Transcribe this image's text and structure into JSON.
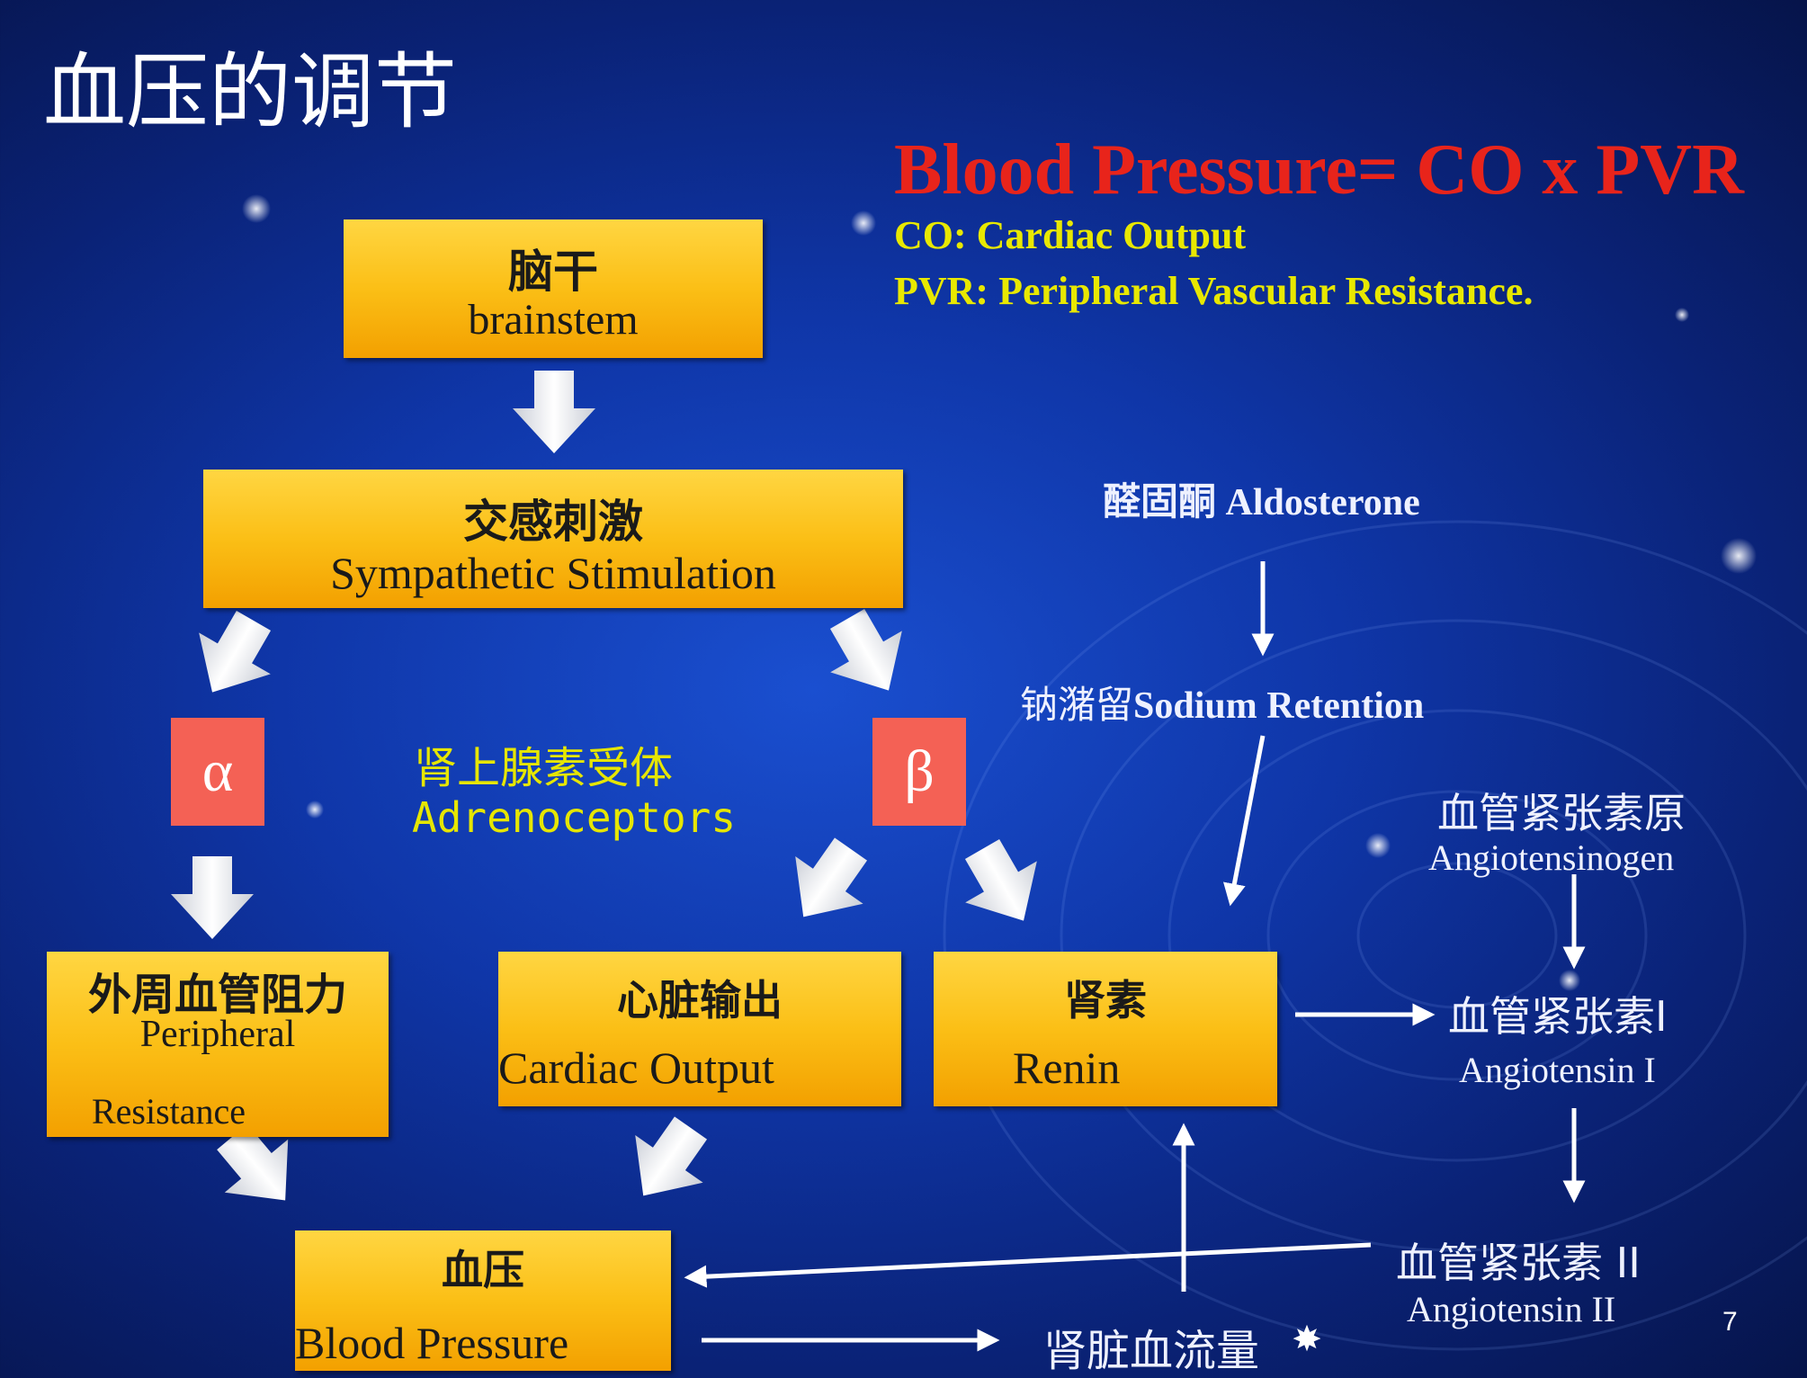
{
  "slide": {
    "title": "血压的调节",
    "formula": "Blood Pressure= CO x PVR",
    "definitions": [
      "CO: Cardiac Output",
      "PVR: Peripheral Vascular Resistance."
    ],
    "page_number": "7"
  },
  "boxes": {
    "brainstem": {
      "zh": "脑干",
      "en": "brainstem"
    },
    "sympathetic": {
      "zh": "交感刺激",
      "en": "Sympathetic Stimulation"
    },
    "peripheral": {
      "zh": "外周血管阻力",
      "en1": "Peripheral",
      "en2": "Resistance"
    },
    "cardiac": {
      "zh": "心脏输出",
      "en": "Cardiac  Output"
    },
    "renin": {
      "zh": "肾素",
      "en": "Renin"
    },
    "bp": {
      "zh": "血压",
      "en": "Blood Pressure"
    }
  },
  "receptors": {
    "alpha": "α",
    "beta": "β",
    "label_zh": "肾上腺素受体",
    "label_en": "Adrenoceptors"
  },
  "raas": {
    "aldosterone": "醛固酮 Aldosterone",
    "sodium_zh": "钠潴留",
    "sodium_en": "Sodium Retention",
    "angiotensinogen_zh": "血管紧张素原",
    "angiotensinogen_en": "Angiotensinogen",
    "angiotensin1_zh": "血管紧张素I",
    "angiotensin1_en": "Angiotensin I",
    "angiotensin2_zh": "血管紧张素 II",
    "angiotensin2_en": "Angiotensin  II",
    "renal_flow": "肾脏血流量"
  },
  "colors": {
    "background": "#0f36a8",
    "box": "#fbbf16",
    "formula": "#e8241b",
    "definition": "#e8e800",
    "receptor": "#f46155",
    "star": "#ff2a00"
  }
}
